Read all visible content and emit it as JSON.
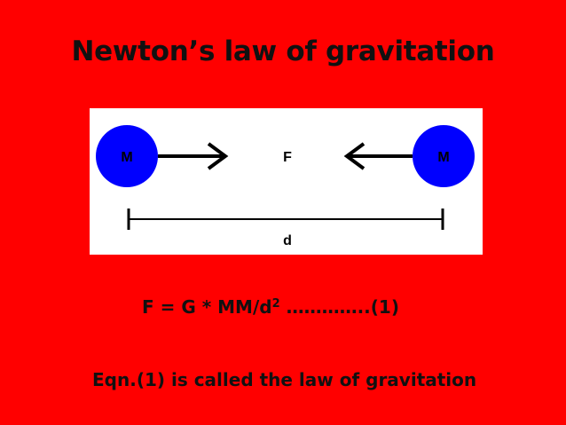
{
  "slide": {
    "title": "Newton’s law of gravitation",
    "background_color": "#ff0000",
    "diagram": {
      "mass_left_label": "M",
      "mass_right_label": "M",
      "force_label": "F",
      "distance_label": "d",
      "mass_color": "#0000ff",
      "arrow_color": "#000000"
    },
    "formula": {
      "prefix": "F = G * MM/d",
      "exponent": "2",
      "suffix": " …………..(1)"
    },
    "note": "Eqn.(1) is called the law of gravitation"
  }
}
